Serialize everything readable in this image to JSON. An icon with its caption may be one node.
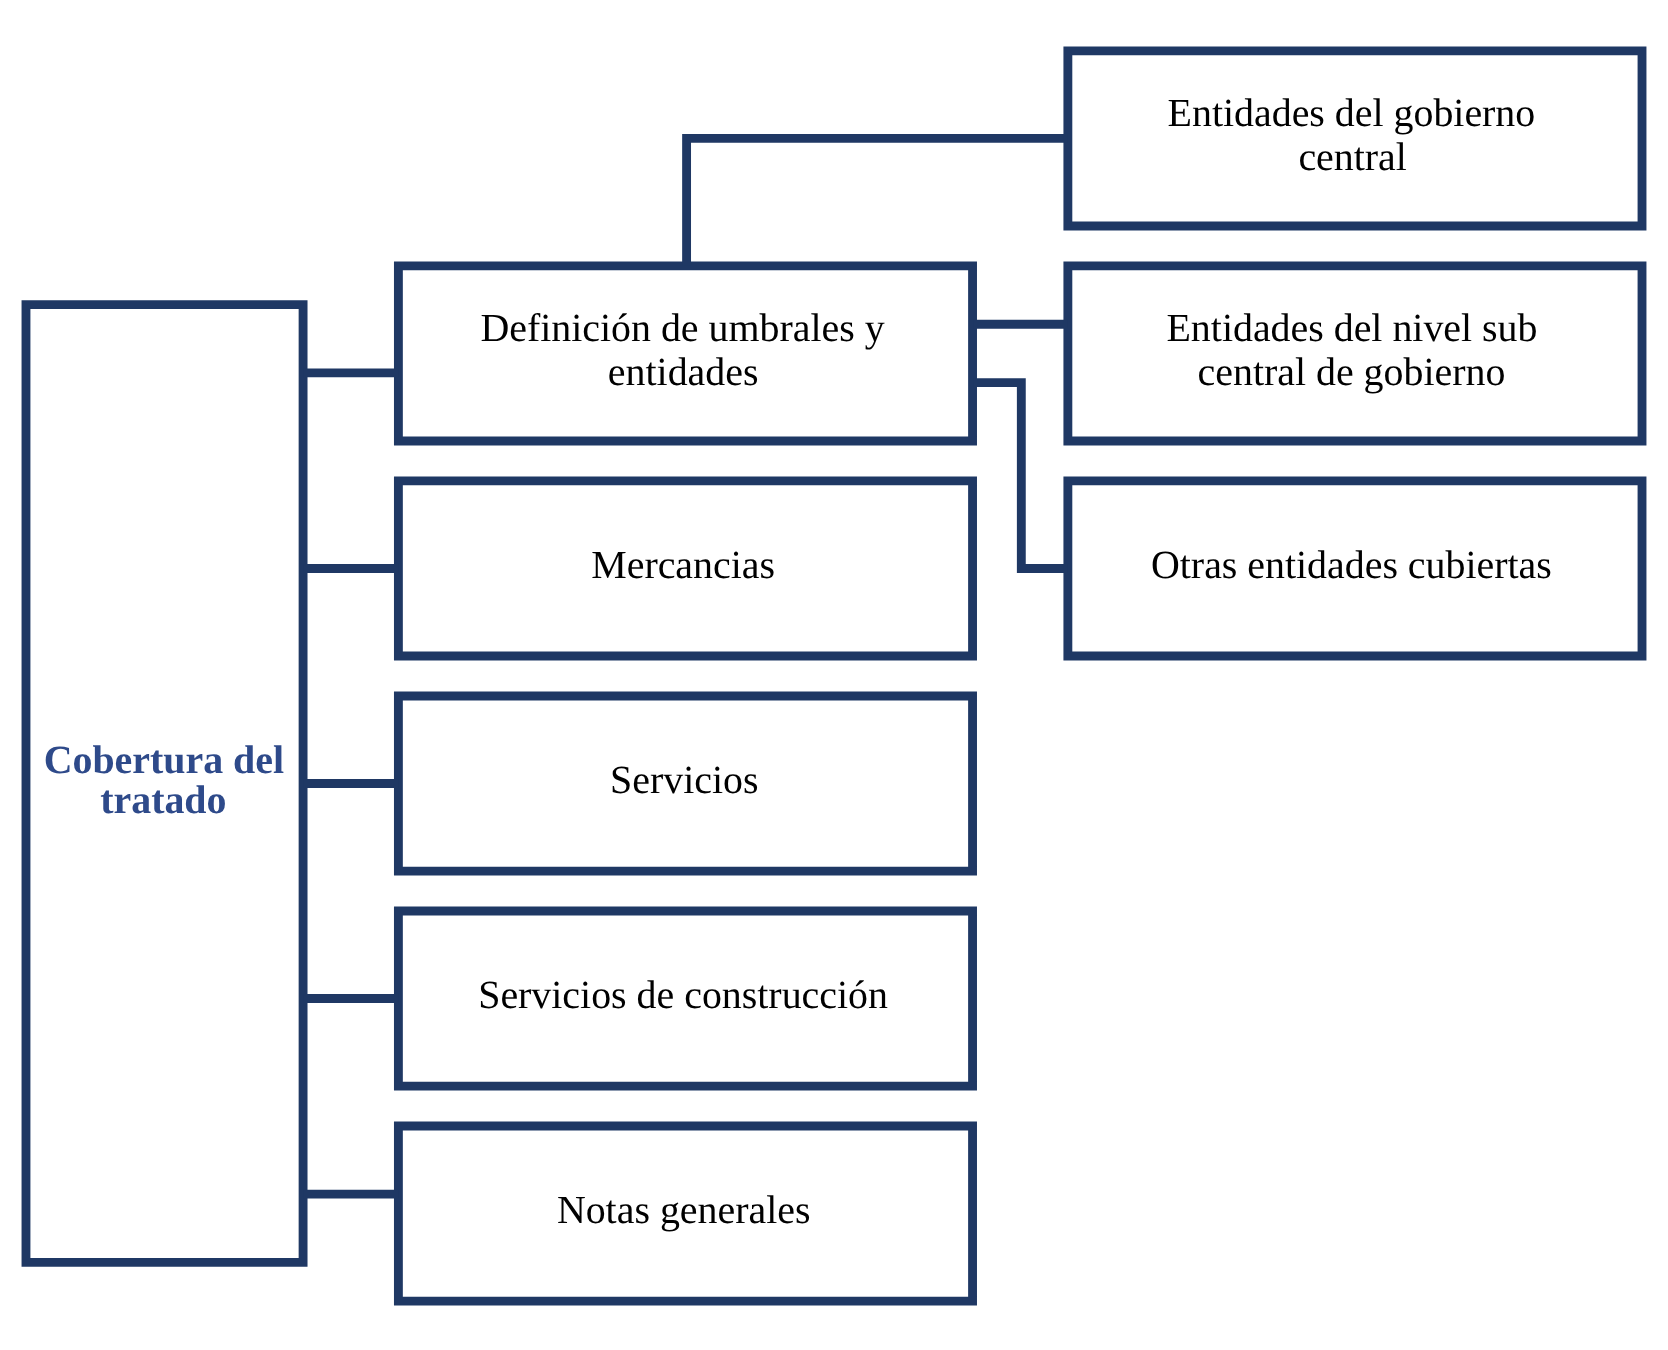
{
  "diagram": {
    "nodes": [
      {
        "text": [
          "Cobertura del tratado"
        ]
      },
      {
        "text": [
          "Definición de umbrales y entidades"
        ]
      },
      {
        "text": [
          "Mercancias"
        ]
      },
      {
        "text": [
          "Servicios"
        ]
      },
      {
        "text": [
          "Servicios de construcción"
        ]
      },
      {
        "text": [
          "Notas generales"
        ]
      },
      {
        "text": [
          "Entidades del gobierno central"
        ]
      },
      {
        "text": [
          "Entidades del nivel sub central de gobierno"
        ]
      },
      {
        "text": [
          "Otras entidades cubiertas"
        ]
      }
    ],
    "edges": [
      {
        "from": 0,
        "to": 1,
        "arrow": "none"
      },
      {
        "from": 0,
        "to": 2,
        "arrow": "none"
      },
      {
        "from": 0,
        "to": 3,
        "arrow": "none"
      },
      {
        "from": 0,
        "to": 4,
        "arrow": "none"
      },
      {
        "from": 0,
        "to": 5,
        "arrow": "none"
      },
      {
        "from": 1,
        "to": 6,
        "arrow": "none"
      },
      {
        "from": 1,
        "to": 7,
        "arrow": "none"
      },
      {
        "from": 1,
        "to": 8,
        "arrow": "none"
      }
    ]
  }
}
